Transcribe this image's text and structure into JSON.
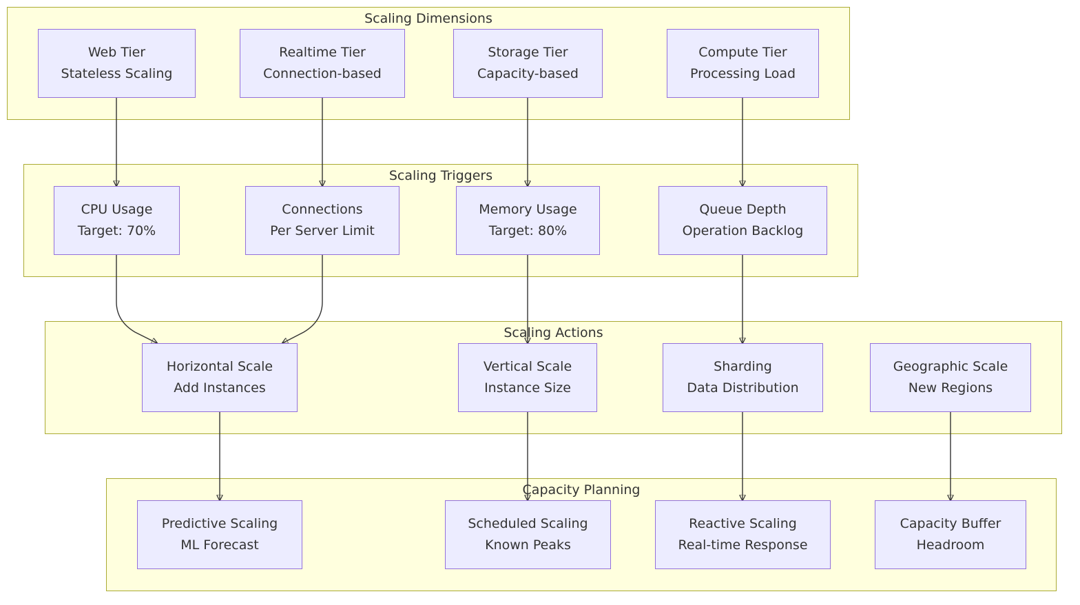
{
  "groups": {
    "dimensions": {
      "title": "Scaling Dimensions"
    },
    "triggers": {
      "title": "Scaling Triggers"
    },
    "actions": {
      "title": "Scaling Actions"
    },
    "planning": {
      "title": "Capacity Planning"
    }
  },
  "nodes": {
    "web_tier": {
      "line1": "Web Tier",
      "line2": "Stateless Scaling"
    },
    "realtime_tier": {
      "line1": "Realtime Tier",
      "line2": "Connection-based"
    },
    "storage_tier": {
      "line1": "Storage Tier",
      "line2": "Capacity-based"
    },
    "compute_tier": {
      "line1": "Compute Tier",
      "line2": "Processing Load"
    },
    "cpu_usage": {
      "line1": "CPU Usage",
      "line2": "Target: 70%"
    },
    "connections": {
      "line1": "Connections",
      "line2": "Per Server Limit"
    },
    "memory_usage": {
      "line1": "Memory Usage",
      "line2": "Target: 80%"
    },
    "queue_depth": {
      "line1": "Queue Depth",
      "line2": "Operation Backlog"
    },
    "horizontal_scale": {
      "line1": "Horizontal Scale",
      "line2": "Add Instances"
    },
    "vertical_scale": {
      "line1": "Vertical Scale",
      "line2": "Instance Size"
    },
    "sharding": {
      "line1": "Sharding",
      "line2": "Data Distribution"
    },
    "geographic_scale": {
      "line1": "Geographic Scale",
      "line2": "New Regions"
    },
    "predictive_scaling": {
      "line1": "Predictive Scaling",
      "line2": "ML Forecast"
    },
    "scheduled_scaling": {
      "line1": "Scheduled Scaling",
      "line2": "Known Peaks"
    },
    "reactive_scaling": {
      "line1": "Reactive Scaling",
      "line2": "Real-time Response"
    },
    "capacity_buffer": {
      "line1": "Capacity Buffer",
      "line2": "Headroom"
    }
  },
  "edges": [
    {
      "from": "web_tier",
      "to": "cpu_usage"
    },
    {
      "from": "realtime_tier",
      "to": "connections"
    },
    {
      "from": "storage_tier",
      "to": "memory_usage"
    },
    {
      "from": "compute_tier",
      "to": "queue_depth"
    },
    {
      "from": "cpu_usage",
      "to": "horizontal_scale"
    },
    {
      "from": "connections",
      "to": "horizontal_scale"
    },
    {
      "from": "memory_usage",
      "to": "vertical_scale"
    },
    {
      "from": "queue_depth",
      "to": "sharding"
    },
    {
      "from": "horizontal_scale",
      "to": "predictive_scaling"
    },
    {
      "from": "vertical_scale",
      "to": "scheduled_scaling"
    },
    {
      "from": "sharding",
      "to": "reactive_scaling"
    },
    {
      "from": "geographic_scale",
      "to": "capacity_buffer"
    }
  ],
  "colors": {
    "group_fill": "#ffffde",
    "group_border": "#aaaa33",
    "node_fill": "#ececff",
    "node_border": "#9370db",
    "edge": "#333333",
    "text": "#333333"
  }
}
